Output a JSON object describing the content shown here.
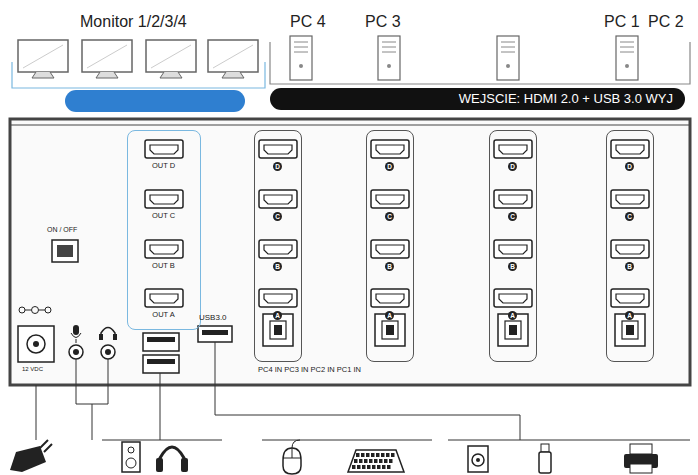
{
  "diagram": {
    "nodes": [
      {
        "text": [
          "WEJSCIE: HDMI 2.0 + USB 3.0 WYJ"
        ]
      },
      {
        "text": [
          "OUT D",
          "OUT C",
          "OUT B",
          "OUT A"
        ]
      },
      {
        "text": [
          "D",
          "C",
          "B",
          "A"
        ]
      },
      {
        "text": [
          "D",
          "C",
          "B",
          "A"
        ]
      },
      {
        "text": [
          "D",
          "C",
          "B",
          "A"
        ]
      },
      {
        "text": [
          "D",
          "C",
          "B",
          "A"
        ]
      }
    ],
    "labels": [
      "Monitor 1/2/3/4",
      "PC 4",
      "PC 3",
      "PC 1",
      "PC 2",
      "ON / OFF",
      "12 VDC",
      "USB3.0",
      "PC4 IN PC3 IN PC2 IN PC1 IN"
    ]
  }
}
